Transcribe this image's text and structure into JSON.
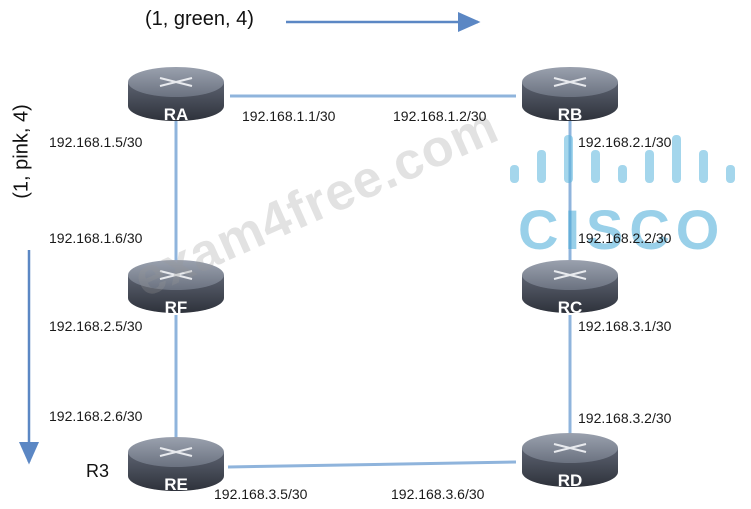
{
  "flows": {
    "top": "(1, green, 4)",
    "left": "(1, pink, 4)"
  },
  "routers": {
    "ra": "RA",
    "rb": "RB",
    "rc": "RC",
    "rd": "RD",
    "re": "RE",
    "rf": "RF"
  },
  "re_alias": "R3",
  "addresses": {
    "ra_rb_ra": "192.168.1.1/30",
    "ra_rb_rb": "192.168.1.2/30",
    "ra_rf_ra": "192.168.1.5/30",
    "ra_rf_rf": "192.168.1.6/30",
    "rb_rc_rb": "192.168.2.1/30",
    "rb_rc_rc": "192.168.2.2/30",
    "rf_re_rf": "192.168.2.5/30",
    "rf_re_re": "192.168.2.6/30",
    "rc_rd_rc": "192.168.3.1/30",
    "rc_rd_rd": "192.168.3.2/30",
    "re_rd_re": "192.168.3.5/30",
    "re_rd_rd": "192.168.3.6/30"
  },
  "watermark": {
    "text": "exam4free.com",
    "logo": "cisco"
  },
  "colors": {
    "link": "#8fb4dc",
    "arrow": "#5b87c4",
    "router_body": "#3e4350",
    "router_top": "#7e8594",
    "router_label": "#ffffff",
    "cisco": "#5ab4dc"
  }
}
